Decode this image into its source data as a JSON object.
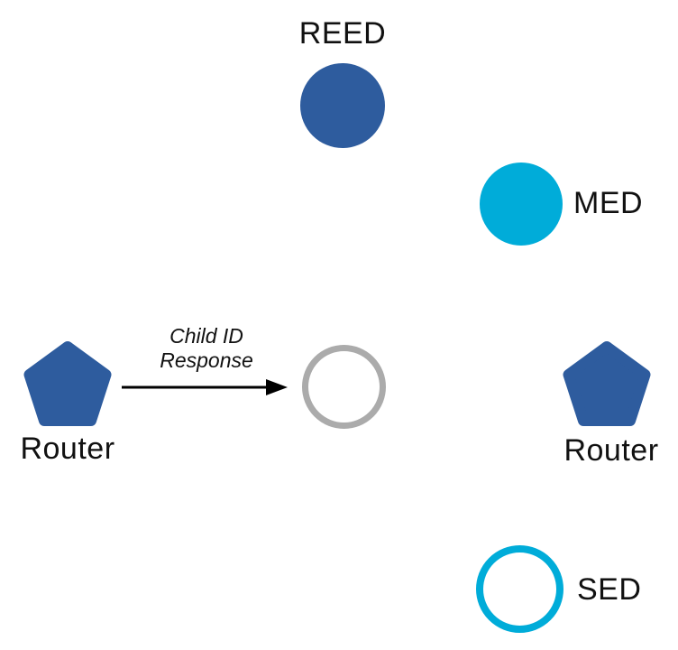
{
  "diagram": {
    "type": "thread-network-topology",
    "background": "#FFFFFF",
    "colors": {
      "router_fill": "#2E5C9E",
      "reed_fill": "#2E5C9E",
      "med_fill": "#00ACD9",
      "sed_outline": "#00ACD9",
      "joiner_outline": "#ABABAB",
      "arrow": "#000000",
      "text": "#111111"
    },
    "nodes": [
      {
        "id": "reed",
        "label": "REED",
        "shape": "circle",
        "style": "filled"
      },
      {
        "id": "med",
        "label": "MED",
        "shape": "circle",
        "style": "filled"
      },
      {
        "id": "router-left",
        "label": "Router",
        "shape": "pentagon",
        "style": "filled"
      },
      {
        "id": "joining-device",
        "label": "",
        "shape": "circle",
        "style": "outline"
      },
      {
        "id": "router-right",
        "label": "Router",
        "shape": "pentagon",
        "style": "filled"
      },
      {
        "id": "sed",
        "label": "SED",
        "shape": "circle",
        "style": "outline"
      }
    ],
    "edge": {
      "from": "router-left",
      "to": "joining-device",
      "label_line1": "Child ID",
      "label_line2": "Response"
    }
  }
}
